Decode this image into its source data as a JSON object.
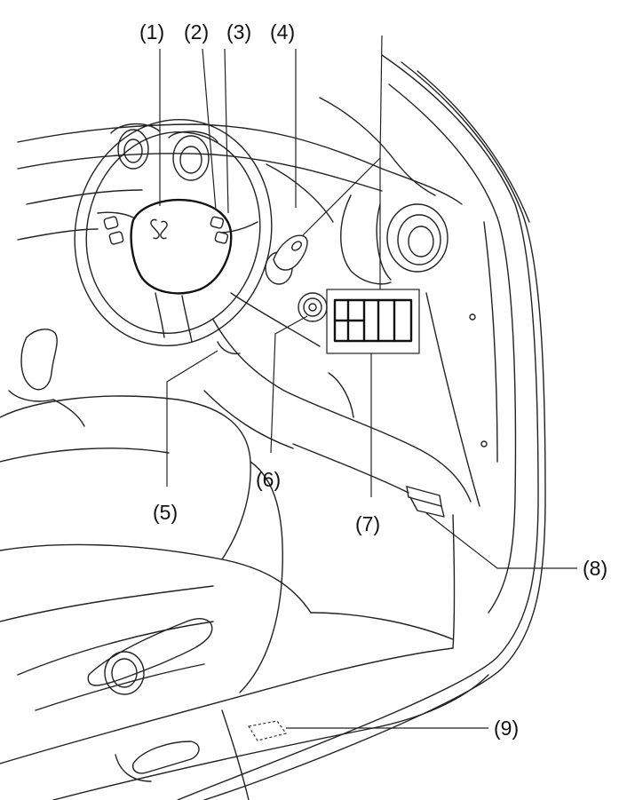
{
  "callouts": {
    "c1": "(1)",
    "c2": "(2)",
    "c3": "(3)",
    "c4": "(4)",
    "c5": "(5)",
    "c6": "(6)",
    "c7": "(7)",
    "c8": "(8)",
    "c9": "(9)"
  },
  "icons": {
    "steering_wheel": "steering-wheel-icon",
    "logo": "s-logo-icon"
  },
  "colors": {
    "line": "#222222",
    "background": "#ffffff"
  }
}
